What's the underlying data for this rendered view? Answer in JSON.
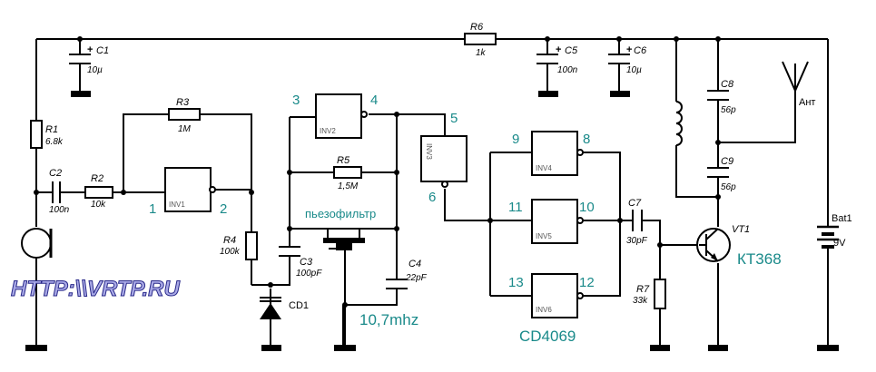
{
  "resistors": {
    "r1": {
      "ref": "R1",
      "value": "6.8k"
    },
    "r2": {
      "ref": "R2",
      "value": "10k"
    },
    "r3": {
      "ref": "R3",
      "value": "1M"
    },
    "r4": {
      "ref": "R4",
      "value": "100k"
    },
    "r5": {
      "ref": "R5",
      "value": "1,5M"
    },
    "r6": {
      "ref": "R6",
      "value": "1k"
    },
    "r7": {
      "ref": "R7",
      "value": "33k"
    }
  },
  "capacitors": {
    "c1": {
      "ref": "C1",
      "value": "10µ",
      "polarity": "+"
    },
    "c2": {
      "ref": "C2",
      "value": "100n"
    },
    "c3": {
      "ref": "C3",
      "value": "100pF"
    },
    "c4": {
      "ref": "C4",
      "value": "22pF"
    },
    "c5": {
      "ref": "C5",
      "value": "100n",
      "polarity": "+"
    },
    "c6": {
      "ref": "C6",
      "value": "10µ",
      "polarity": "+"
    },
    "c7": {
      "ref": "C7",
      "value": "30pF"
    },
    "c8": {
      "ref": "C8",
      "value": "56p"
    },
    "c9": {
      "ref": "C9",
      "value": "56p"
    }
  },
  "inverters": {
    "inv1": {
      "label": "INV1",
      "pin_in": "1",
      "pin_out": "2"
    },
    "inv2": {
      "label": "INV2",
      "pin_in": "3",
      "pin_out": "4"
    },
    "inv3": {
      "label": "INV3",
      "pin_in": "5",
      "pin_out": "6"
    },
    "inv4": {
      "label": "INV4",
      "pin_in": "9",
      "pin_out": "8"
    },
    "inv5": {
      "label": "INV5",
      "pin_in": "11",
      "pin_out": "10"
    },
    "inv6": {
      "label": "INV6",
      "pin_in": "13",
      "pin_out": "12"
    }
  },
  "diode": {
    "ref": "CD1"
  },
  "transistor": {
    "ref": "VT1",
    "part": "КТ368"
  },
  "battery": {
    "ref": "Bat1",
    "value": "9V"
  },
  "antenna": {
    "label": "Ант"
  },
  "filter": {
    "label": "пьезофильтр",
    "frequency": "10,7mhz"
  },
  "chip": {
    "part": "CD4069"
  },
  "watermark": "HTTP:\\\\VRTP.RU",
  "colors": {
    "wire": "#000000",
    "annotation": "#1a8a8a",
    "watermark_fill": "#a9a9e6",
    "watermark_stroke": "#2a2a8a"
  }
}
